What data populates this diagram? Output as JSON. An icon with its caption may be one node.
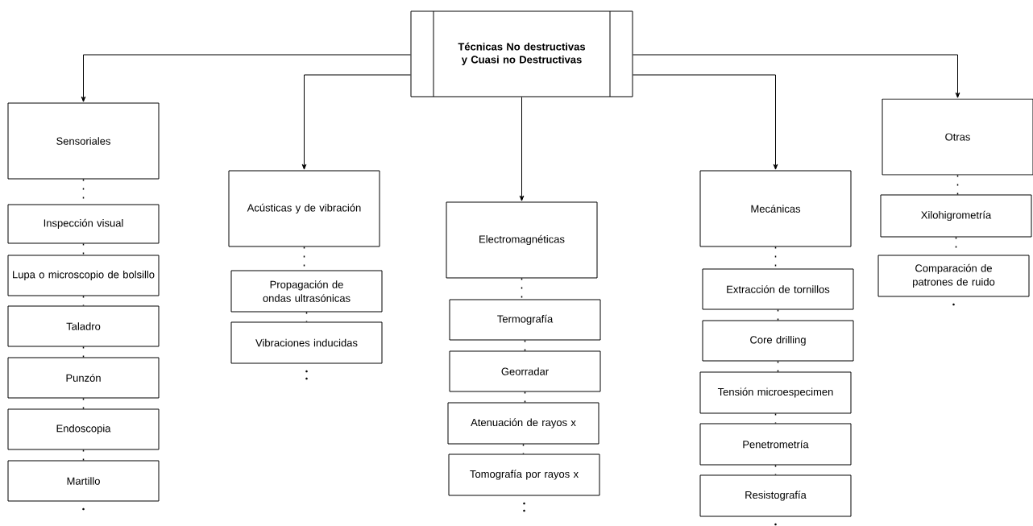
{
  "diagram": {
    "nodes": [
      {
        "text": [
          "Técnicas No destructivas y Cuasi no Destructivas"
        ]
      },
      {
        "text": [
          "Sensoriales"
        ]
      },
      {
        "text": [
          "Inspección visual"
        ]
      },
      {
        "text": [
          "Lupa o microscopio de bolsillo"
        ]
      },
      {
        "text": [
          "Taladro"
        ]
      },
      {
        "text": [
          "Punzón"
        ]
      },
      {
        "text": [
          "Endoscopia"
        ]
      },
      {
        "text": [
          "Martillo"
        ]
      },
      {
        "text": [
          "Acústicas y de vibración"
        ]
      },
      {
        "text": [
          "Propagación de ondas ultrasónicas"
        ]
      },
      {
        "text": [
          "Vibraciones inducidas"
        ]
      },
      {
        "text": [
          "Electromagnéticas"
        ]
      },
      {
        "text": [
          "Termografía"
        ]
      },
      {
        "text": [
          "Georradar"
        ]
      },
      {
        "text": [
          "Atenuación de rayos x"
        ]
      },
      {
        "text": [
          "Tomografía por rayos x"
        ]
      },
      {
        "text": [
          "Mecánicas"
        ]
      },
      {
        "text": [
          "Extracción de tornillos"
        ]
      },
      {
        "text": [
          "Core drilling"
        ]
      },
      {
        "text": [
          "Tensión microespecimen"
        ]
      },
      {
        "text": [
          "Penetrometría"
        ]
      },
      {
        "text": [
          "Resistografía"
        ]
      },
      {
        "text": [
          "Otras"
        ]
      },
      {
        "text": [
          "Xilohigrometría"
        ]
      },
      {
        "text": [
          "Comparación de patrones de ruido"
        ]
      }
    ],
    "edges": [
      {
        "from": 0,
        "to": 1,
        "arrow": "to"
      },
      {
        "from": 0,
        "to": 8,
        "arrow": "to"
      },
      {
        "from": 0,
        "to": 11,
        "arrow": "to"
      },
      {
        "from": 0,
        "to": 16,
        "arrow": "to"
      },
      {
        "from": 0,
        "to": 22,
        "arrow": "to"
      },
      {
        "from": 1,
        "to": 2,
        "arrow": "none",
        "style": "dashed"
      },
      {
        "from": 2,
        "to": 3,
        "arrow": "none",
        "style": "dashed"
      },
      {
        "from": 3,
        "to": 4,
        "arrow": "none",
        "style": "dashed"
      },
      {
        "from": 4,
        "to": 5,
        "arrow": "none",
        "style": "dashed"
      },
      {
        "from": 5,
        "to": 6,
        "arrow": "none",
        "style": "dashed"
      },
      {
        "from": 6,
        "to": 7,
        "arrow": "none",
        "style": "dashed"
      },
      {
        "from": 8,
        "to": 9,
        "arrow": "none",
        "style": "dashed"
      },
      {
        "from": 9,
        "to": 10,
        "arrow": "none",
        "style": "dashed"
      },
      {
        "from": 11,
        "to": 12,
        "arrow": "none",
        "style": "dashed"
      },
      {
        "from": 12,
        "to": 13,
        "arrow": "none",
        "style": "dashed"
      },
      {
        "from": 13,
        "to": 14,
        "arrow": "none",
        "style": "dashed"
      },
      {
        "from": 14,
        "to": 15,
        "arrow": "none",
        "style": "dashed"
      },
      {
        "from": 16,
        "to": 17,
        "arrow": "none",
        "style": "dashed"
      },
      {
        "from": 17,
        "to": 18,
        "arrow": "none",
        "style": "dashed"
      },
      {
        "from": 18,
        "to": 19,
        "arrow": "none",
        "style": "dashed"
      },
      {
        "from": 19,
        "to": 20,
        "arrow": "none",
        "style": "dashed"
      },
      {
        "from": 20,
        "to": 21,
        "arrow": "none",
        "style": "dashed"
      },
      {
        "from": 22,
        "to": 23,
        "arrow": "none",
        "style": "dashed"
      },
      {
        "from": 23,
        "to": 24,
        "arrow": "none",
        "style": "dashed"
      }
    ]
  }
}
